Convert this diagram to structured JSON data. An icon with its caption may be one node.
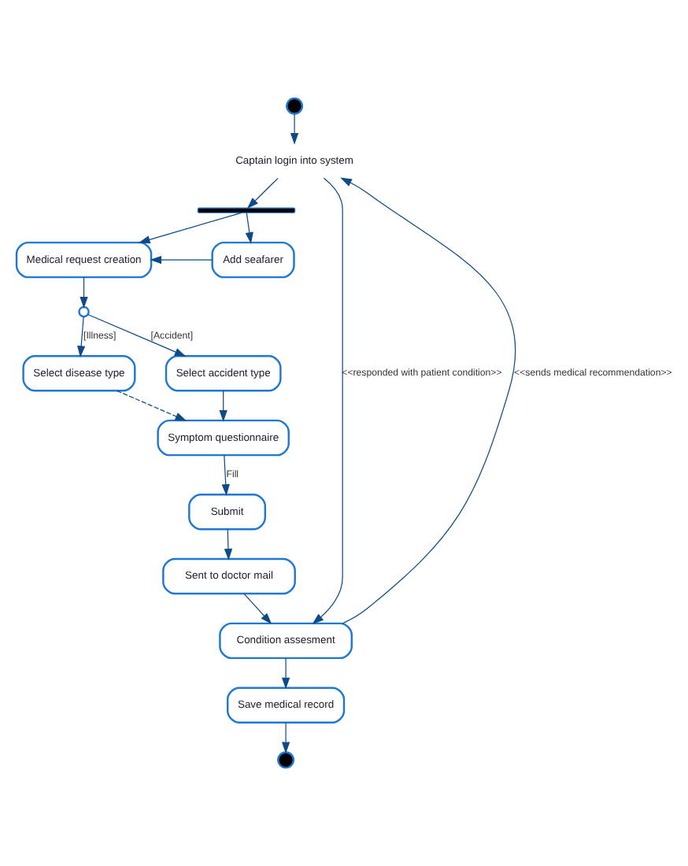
{
  "diagram": {
    "nodes": [
      {
        "text": [],
        "shape": "circle"
      },
      {
        "text": [
          "Captain login into system"
        ]
      },
      {
        "text": [],
        "shape": "bar"
      },
      {
        "text": [
          "Medical request creation"
        ]
      },
      {
        "text": [
          "Add seafarer"
        ]
      },
      {
        "text": [],
        "shape": "circle"
      },
      {
        "text": [
          "Select disease type"
        ]
      },
      {
        "text": [
          "Select accident type"
        ]
      },
      {
        "text": [
          "Symptom questionnaire"
        ]
      },
      {
        "text": [
          "Submit"
        ]
      },
      {
        "text": [
          "Sent to doctor mail"
        ]
      },
      {
        "text": [
          "Condition assesment"
        ]
      },
      {
        "text": [
          "Save medical record"
        ]
      },
      {
        "text": [],
        "shape": "circle"
      }
    ],
    "edges": [
      {
        "from": 0,
        "to": 1,
        "arrow": "to"
      },
      {
        "from": 1,
        "to": 2,
        "arrow": "to"
      },
      {
        "from": 2,
        "to": 3,
        "arrow": "to"
      },
      {
        "from": 2,
        "to": 4,
        "arrow": "to"
      },
      {
        "from": 4,
        "to": 3,
        "arrow": "to"
      },
      {
        "from": 3,
        "to": 5,
        "arrow": "to"
      },
      {
        "from": 5,
        "to": 6,
        "arrow": "to",
        "label": "[Illness]"
      },
      {
        "from": 5,
        "to": 7,
        "arrow": "to",
        "label": "[Accident]"
      },
      {
        "from": 7,
        "to": 8,
        "arrow": "to"
      },
      {
        "from": 6,
        "to": 8,
        "arrow": "to",
        "style": "dashed"
      },
      {
        "from": 8,
        "to": 9,
        "arrow": "to",
        "label": "Fill"
      },
      {
        "from": 9,
        "to": 10,
        "arrow": "to"
      },
      {
        "from": 10,
        "to": 11,
        "arrow": "to"
      },
      {
        "from": 11,
        "to": 12,
        "arrow": "to"
      },
      {
        "from": 12,
        "to": 13,
        "arrow": "to"
      },
      {
        "from": 11,
        "to": 1,
        "arrow": "to",
        "label": "<<sends medical recommendation>>"
      },
      {
        "from": 1,
        "to": 11,
        "arrow": "to",
        "label": "<<responded with patient condition>>"
      }
    ]
  }
}
